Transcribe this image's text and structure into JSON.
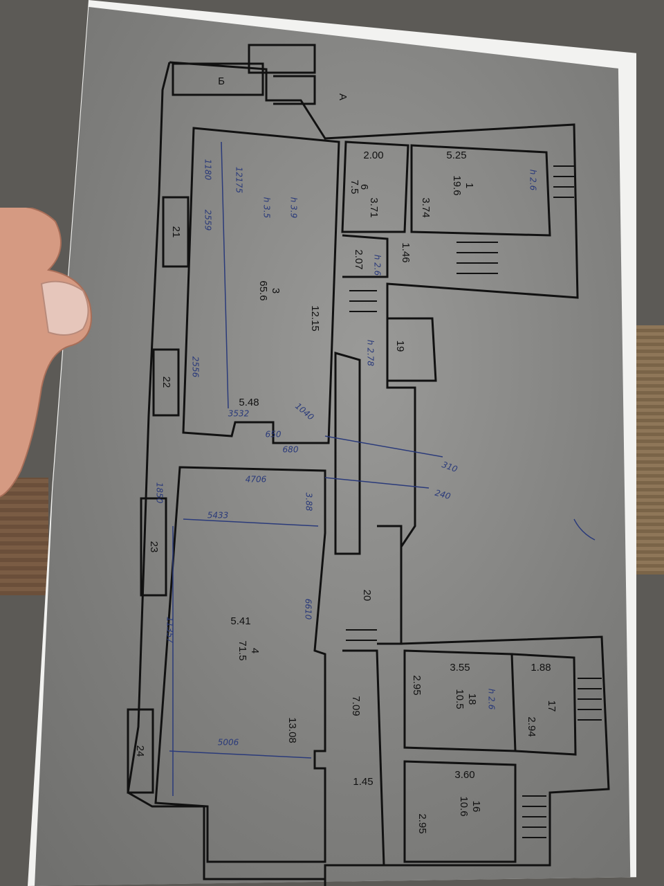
{
  "labels": {
    "room1": {
      "num": "1",
      "area": "19.6",
      "w": "5.25",
      "h": "3.74"
    },
    "room3": {
      "num": "3",
      "area": "65.6",
      "len": "12.15",
      "w": "5.48"
    },
    "room4": {
      "num": "4",
      "area": "71.5",
      "w": "5.41",
      "len": "13.08"
    },
    "room16": {
      "num": "16",
      "area": "10.6",
      "w": "3.60",
      "h": "2.95"
    },
    "room17": {
      "num": "17",
      "w": "1.88",
      "h": "2.94"
    },
    "room18": {
      "num": "18",
      "area": "10.5",
      "w": "3.55",
      "h": "2.95"
    },
    "room19": {
      "num": "19"
    },
    "room20": {
      "num": "20",
      "len": "7.09",
      "w": "1.45"
    },
    "room21": {
      "num": "21"
    },
    "room22": {
      "num": "22"
    },
    "room23": {
      "num": "23"
    },
    "room24": {
      "num": "24"
    },
    "small": {
      "a": "2.00",
      "b": "7.5",
      "c": "3.71",
      "d": "2.07",
      "e": "1.46",
      "f": "6"
    },
    "letters": {
      "b": "Б",
      "a": "А"
    }
  },
  "handwritten": {
    "h1": "12175",
    "h2": "2559",
    "h3": "1180",
    "h4": "2556",
    "h5": "3532",
    "h6": "1040",
    "h7": "650",
    "h8": "680",
    "h9": "310",
    "h10": "240",
    "h11": "4706",
    "h12": "5433",
    "h13": "3.88",
    "h14": "6610",
    "h15": "11357",
    "h16": "5006",
    "h17": "1850",
    "h18": "h 2.6",
    "h19": "h 2.6",
    "h20": "h 2.6",
    "h21": "h 3.9",
    "h22": "h 3.5",
    "h23": "h 2.78"
  },
  "colors": {
    "ink": "#111111",
    "pen": "#2a3a7a",
    "paper": "#f2f2f0"
  }
}
